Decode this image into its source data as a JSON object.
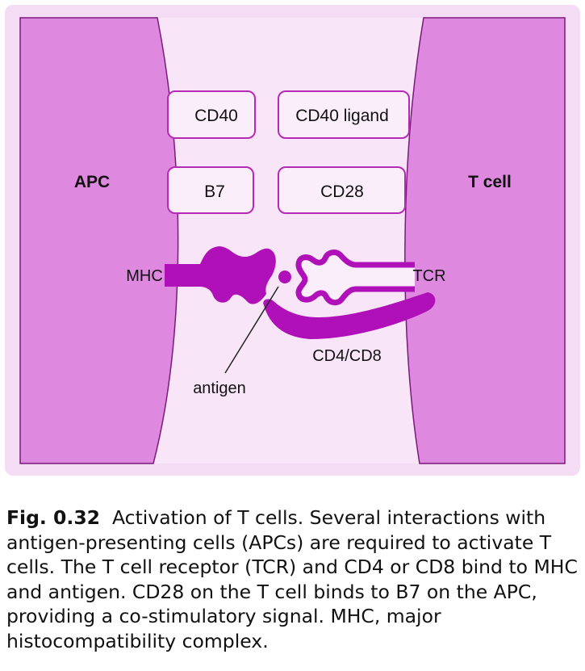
{
  "figure": {
    "left_cell_label": "APC",
    "right_cell_label": "T cell",
    "boxes": {
      "cd40": "CD40",
      "cd40_ligand": "CD40 ligand",
      "b7": "B7",
      "cd28": "CD28"
    },
    "labels": {
      "mhc": "MHC",
      "tcr": "TCR",
      "cd4_cd8": "CD4/CD8",
      "antigen": "antigen"
    },
    "colors": {
      "background": "#f4dcf4",
      "cell_fill": "#df88df",
      "molecule": "#b010b8",
      "box_fill": "#fbeefb",
      "box_stroke": "#b52ab5"
    }
  },
  "caption": {
    "fig_number": "Fig. 0.32",
    "text": "Activation of T cells. Several interactions with antigen-presenting cells (APCs) are required to activate T cells. The T cell receptor (TCR) and CD4 or CD8 bind to MHC and antigen. CD28 on the T cell binds to B7 on the APC, providing a co-stimulatory signal. MHC, major histocompatibility complex."
  }
}
